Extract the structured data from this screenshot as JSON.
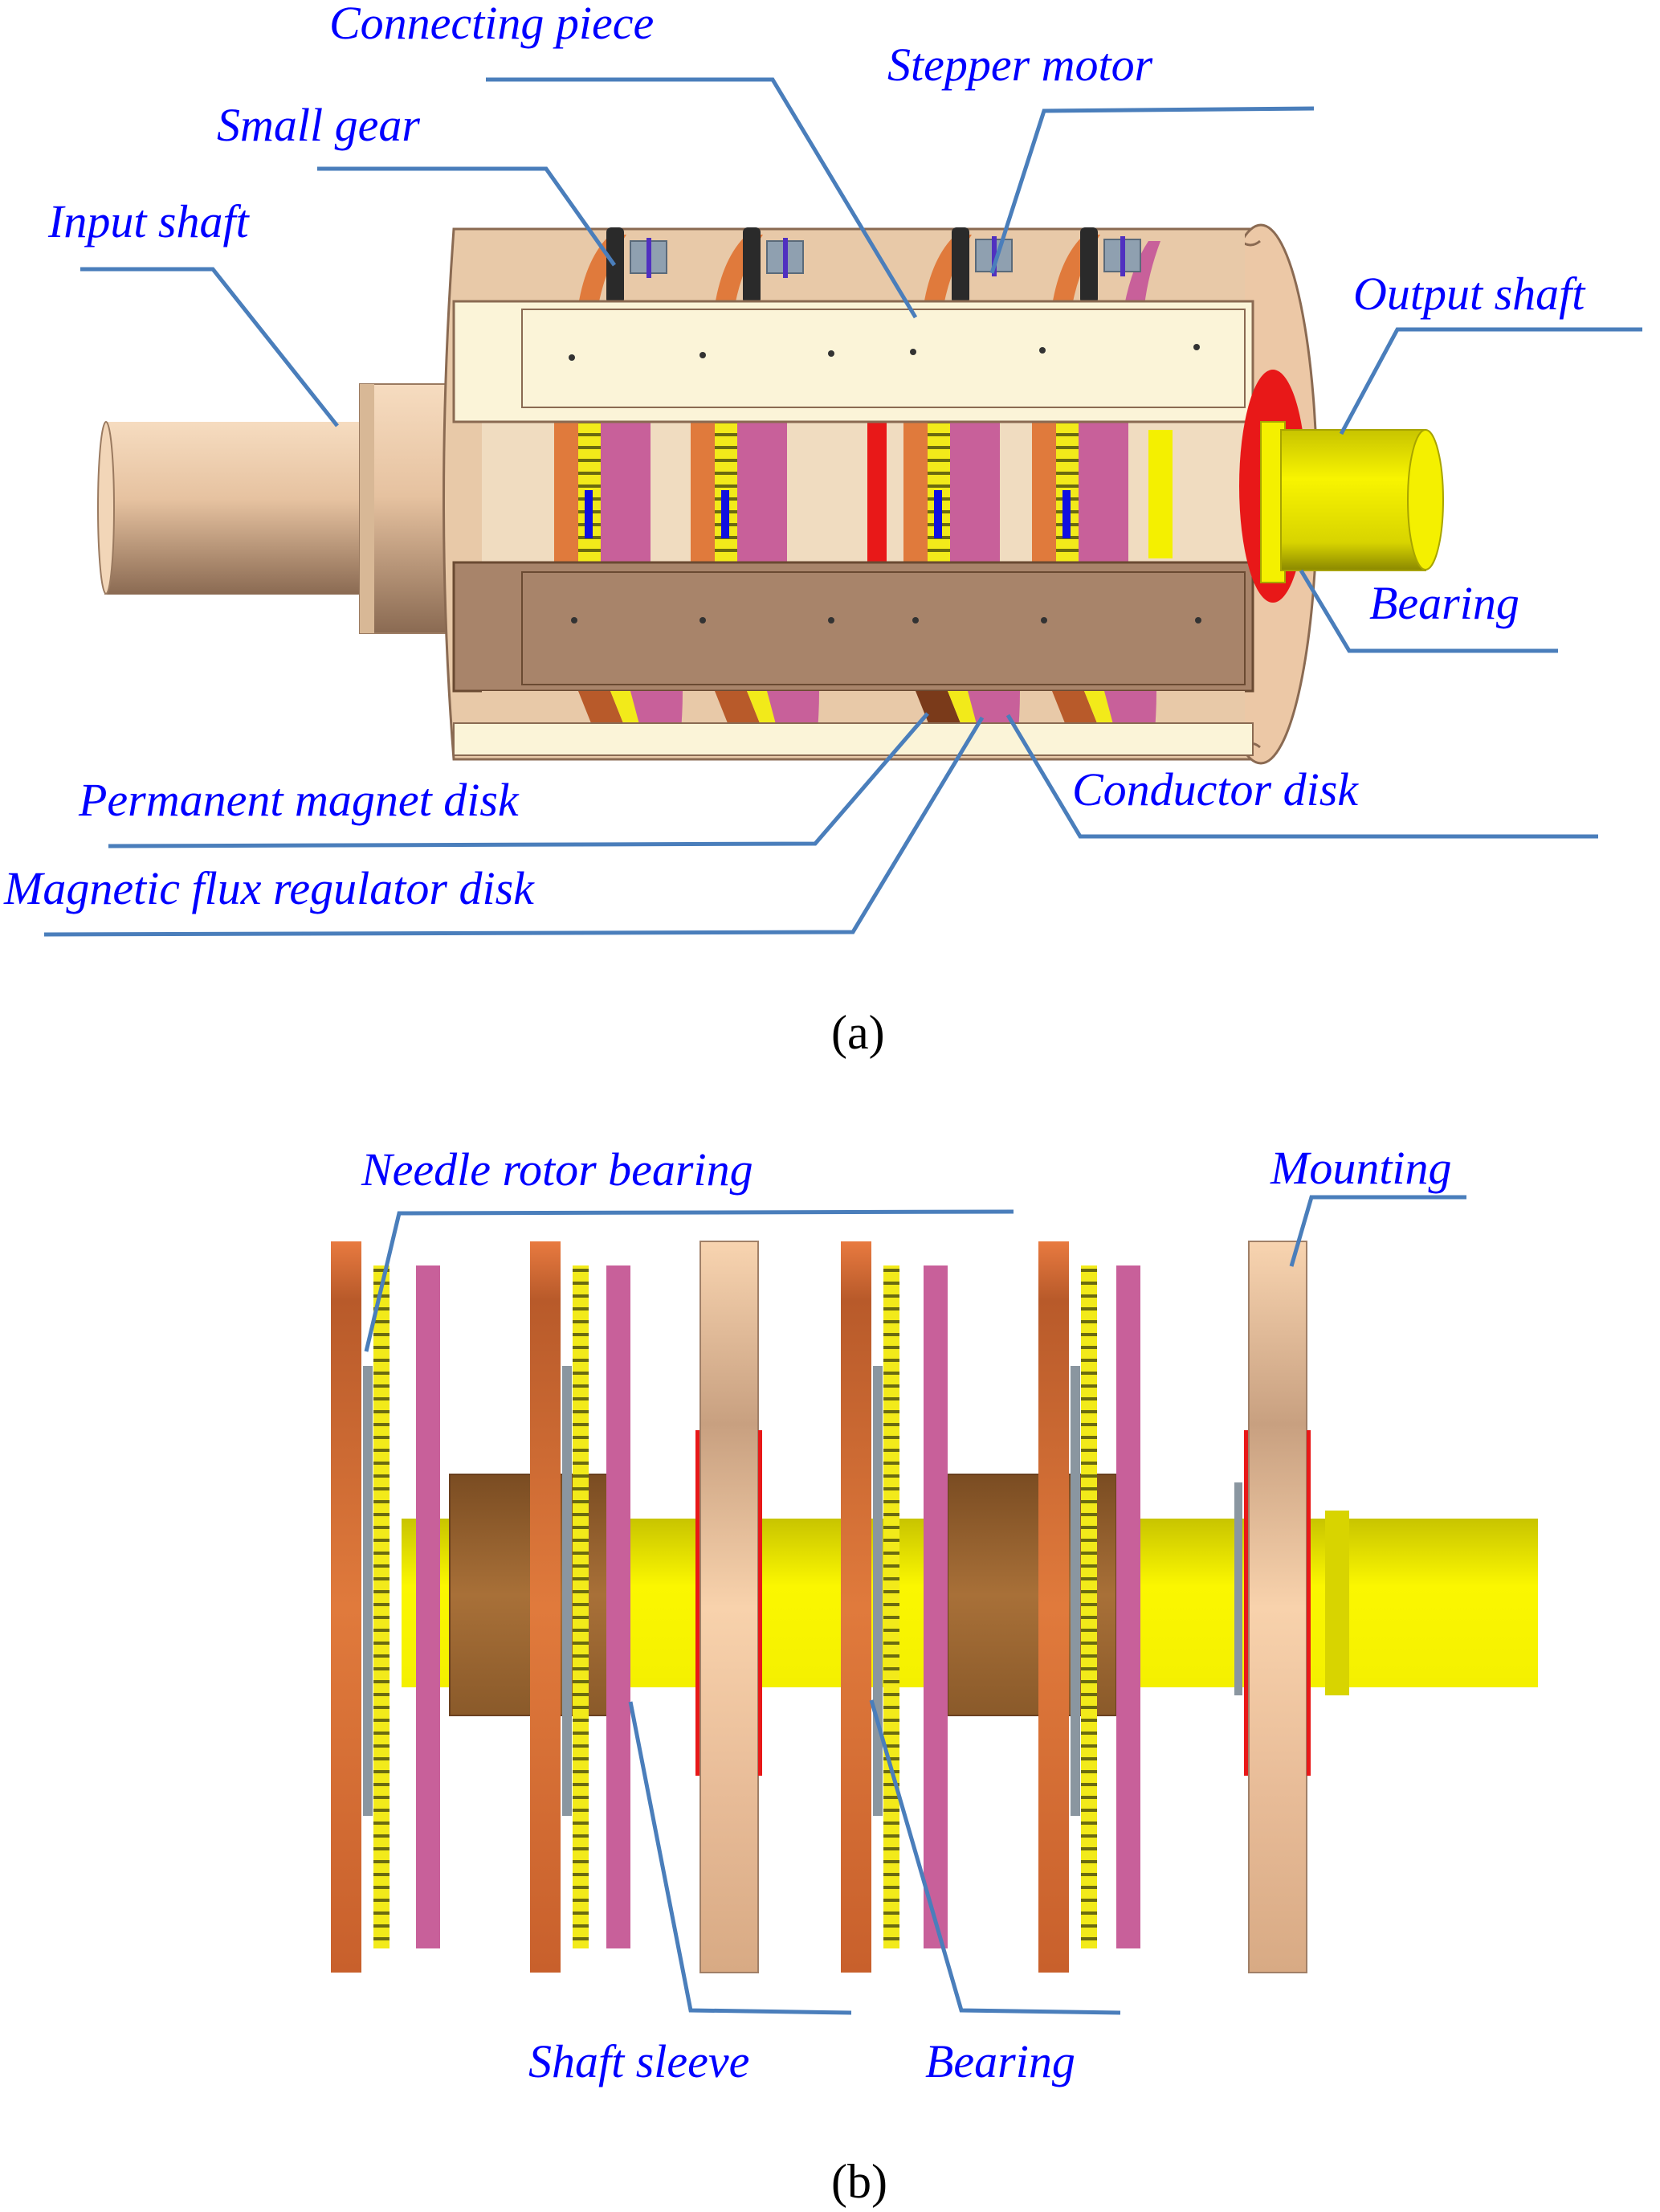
{
  "figure": {
    "panel_a": {
      "caption": "(a)",
      "labels": {
        "connecting_piece": "Connecting piece",
        "stepper_motor": "Stepper motor",
        "small_gear": "Small gear",
        "input_shaft": "Input shaft",
        "output_shaft": "Output shaft",
        "bearing": "Bearing",
        "permanent_magnet_disk": "Permanent magnet disk",
        "conductor_disk": "Conductor disk",
        "magnetic_flux_regulator_disk": "Magnetic flux regulator disk"
      }
    },
    "panel_b": {
      "caption": "(b)",
      "labels": {
        "needle_rotor_bearing": "Needle rotor bearing",
        "mounting": "Mounting",
        "shaft_sleeve": "Shaft sleeve",
        "bearing": "Bearing"
      }
    }
  },
  "colors": {
    "label_text": "#0000ff",
    "leader_line": "#4a7ebb",
    "caption_text": "#000000",
    "housing": "#e8c9a8",
    "housing_light": "#fbf4d8",
    "housing_dark": "#a8846a",
    "permanent_magnet": "#e07a3c",
    "regulator_gear": "#f2ea1a",
    "conductor": "#c8609a",
    "output_shaft": "#f4f000",
    "bearing": "#e81818",
    "stepper_motor": "#8fa0b0",
    "small_gear": "#2a2a2a",
    "sleeve": "#9a6430",
    "mounting": "#f4c8a0"
  }
}
